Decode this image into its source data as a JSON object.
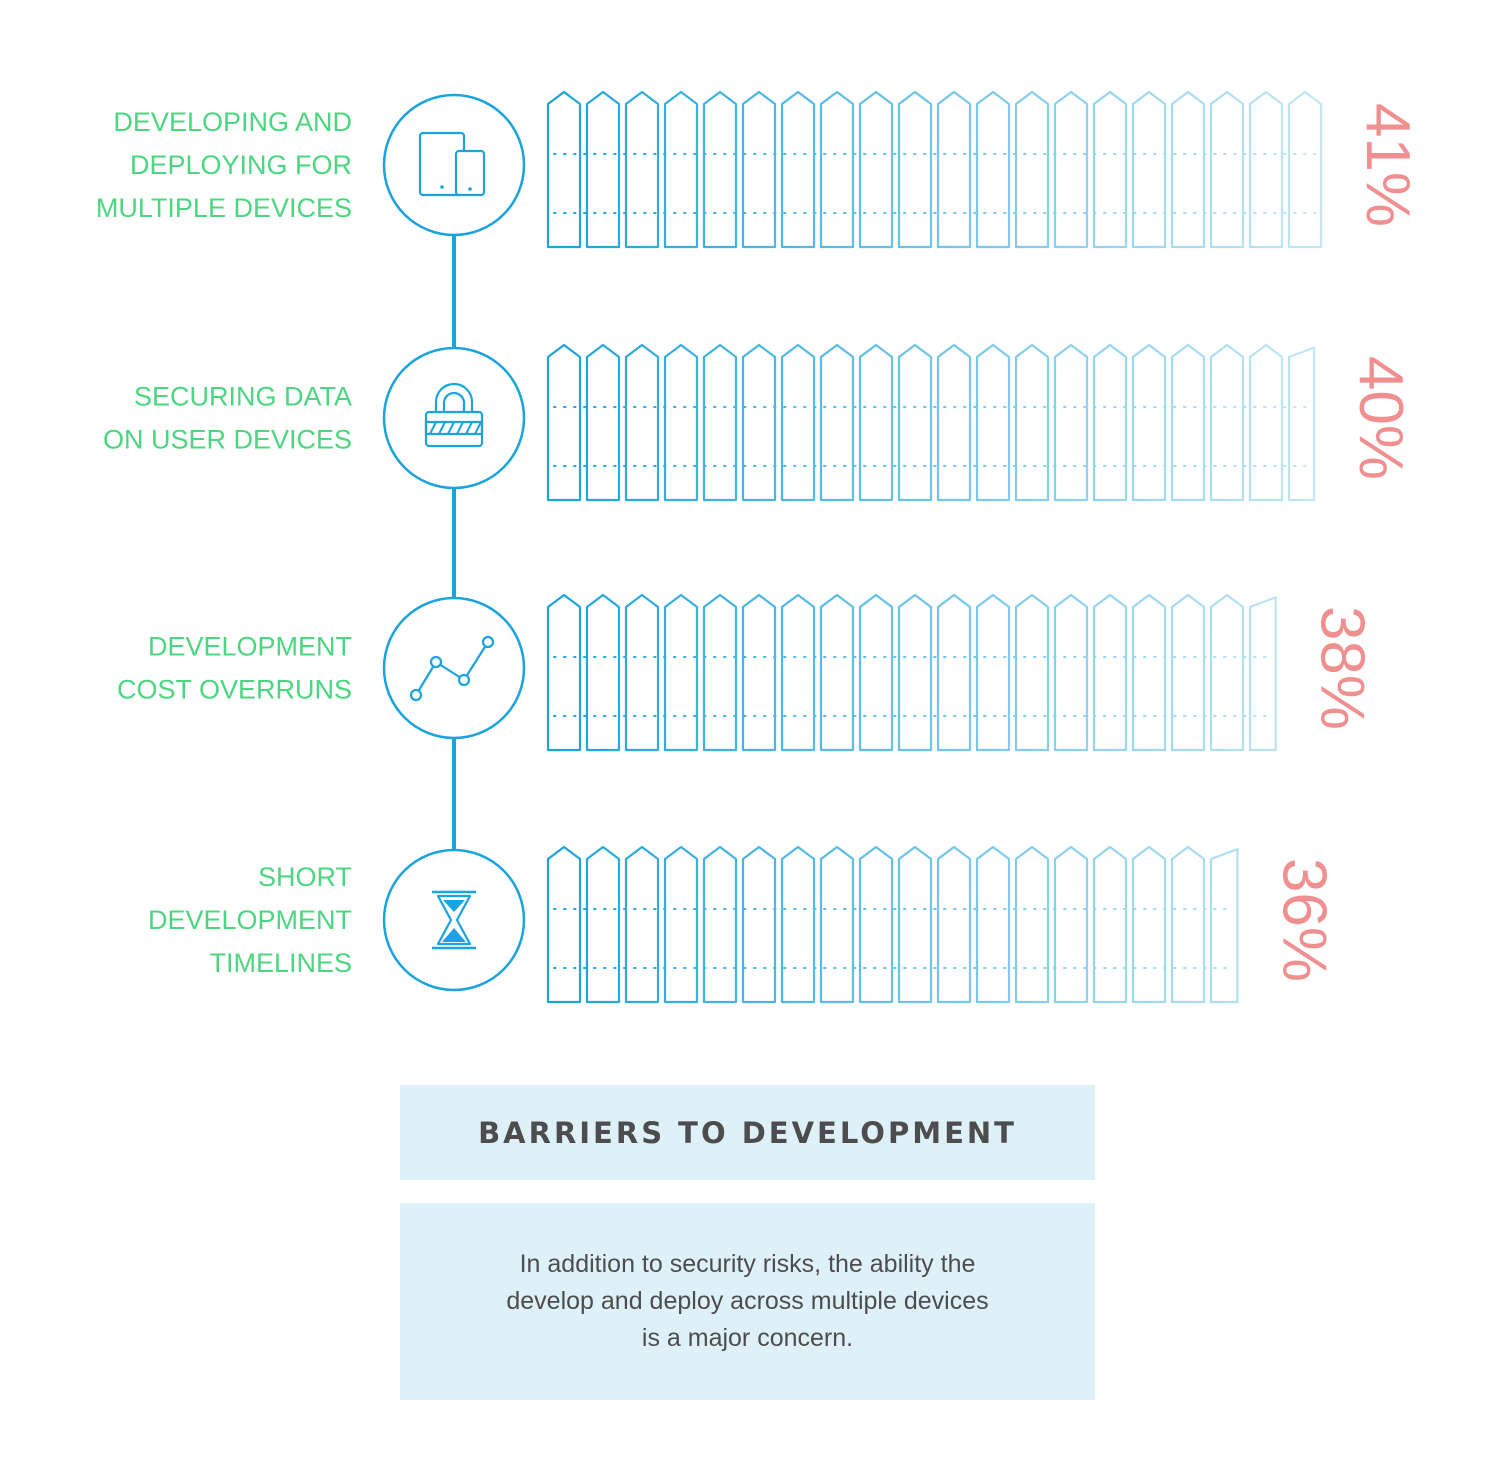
{
  "chart_data": {
    "type": "bar",
    "title": "BARRIERS TO DEVELOPMENT",
    "orientation": "horizontal",
    "categories": [
      "DEVELOPING AND DEPLOYING FOR MULTIPLE DEVICES",
      "SECURING DATA ON USER DEVICES",
      "DEVELOPMENT COST OVERRUNS",
      "SHORT DEVELOPMENT TIMELINES"
    ],
    "values": [
      41,
      40,
      38,
      36
    ],
    "value_unit": "%",
    "category_lines": [
      [
        "DEVELOPING AND",
        "DEPLOYING FOR",
        "MULTIPLE DEVICES"
      ],
      [
        "SECURING DATA",
        "ON USER DEVICES"
      ],
      [
        "DEVELOPMENT",
        "COST OVERRUNS"
      ],
      [
        "SHORT",
        "DEVELOPMENT",
        "TIMELINES"
      ]
    ],
    "value_labels": [
      "41%",
      "40%",
      "38%",
      "36%"
    ],
    "icons": [
      "devices-icon",
      "padlock-icon",
      "trend-line-icon",
      "hourglass-icon"
    ],
    "bar_style": "picket-fence",
    "grid": false,
    "colors": {
      "label": "#4cd680",
      "value": "#ef8f8f",
      "accent": "#1aa3dd",
      "fence_start": "#1aa3dd",
      "fence_end": "#c9e9f5"
    }
  },
  "caption": {
    "title": "BARRIERS TO DEVELOPMENT",
    "text": "In addition to security risks, the ability the\ndevelop and deploy across multiple devices\nis a major concern."
  }
}
